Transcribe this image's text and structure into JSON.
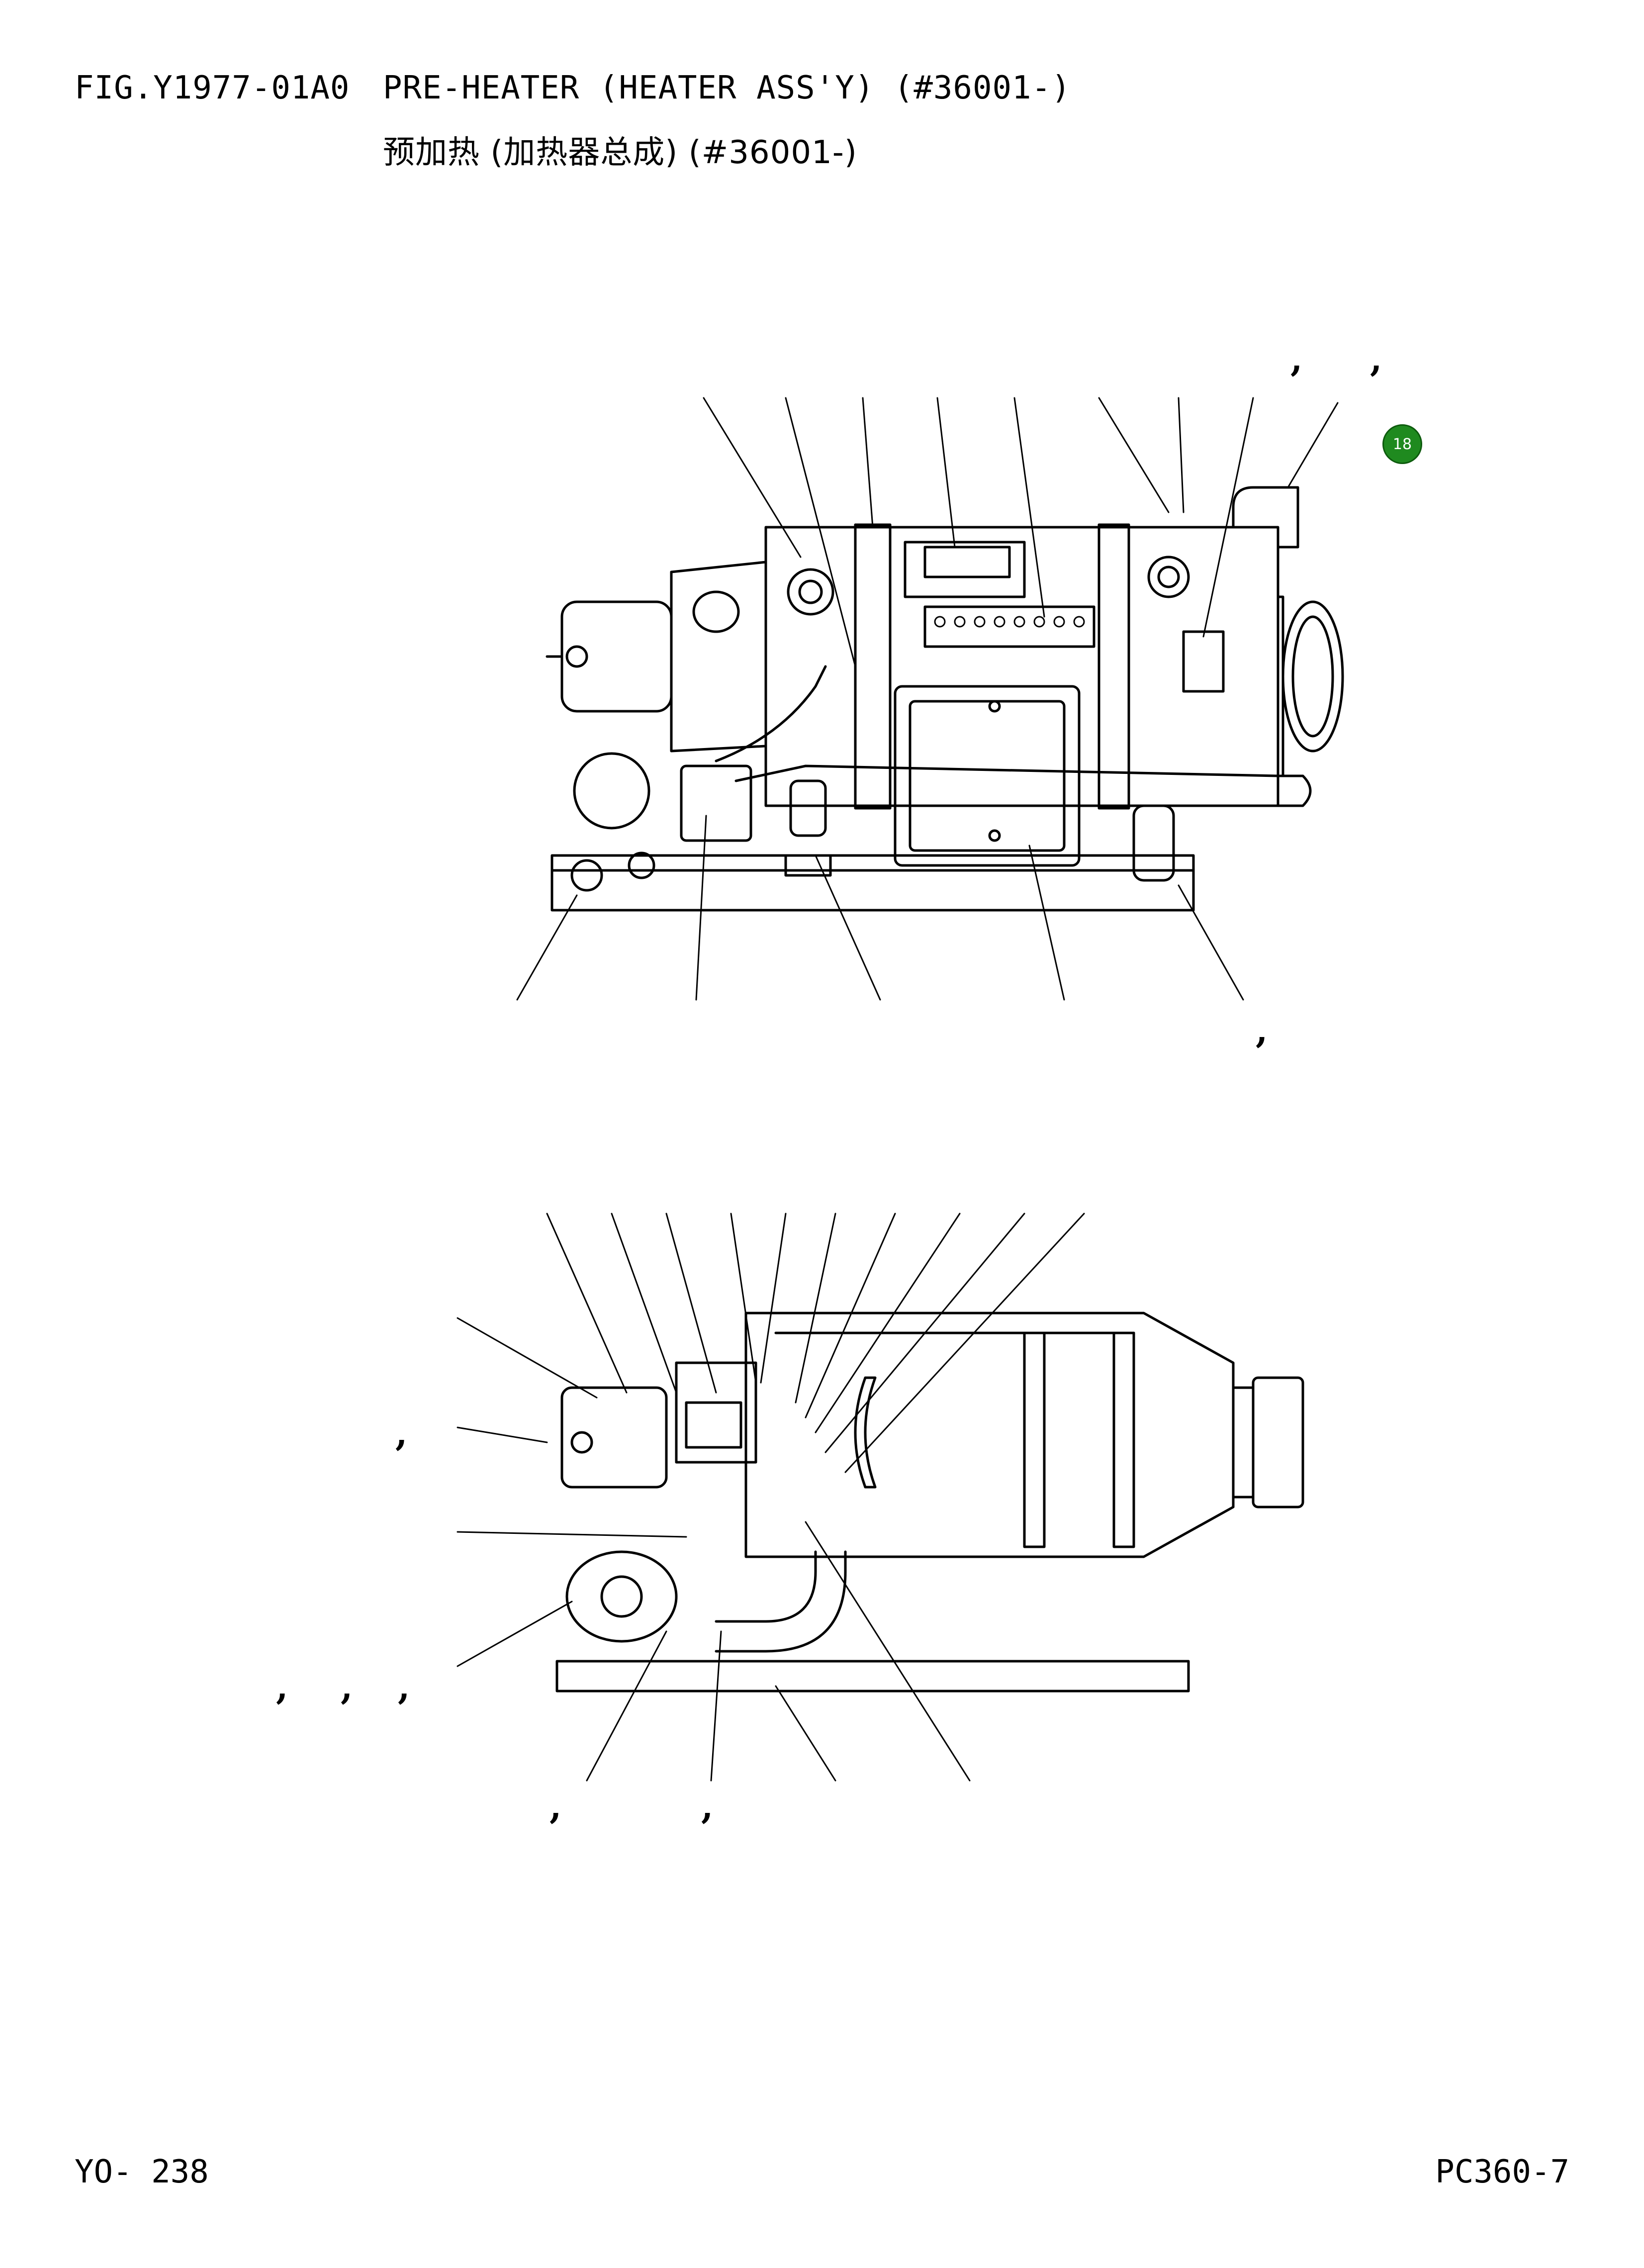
{
  "header": {
    "fig_code": "FIG.Y1977-01A0",
    "title_en": "PRE-HEATER (HEATER ASS'Y) (#36001-)",
    "title_cn": "预加热 (加热器总成) (#36001-)"
  },
  "badge": {
    "label": "18",
    "color": "#1f8a1f"
  },
  "callouts": {
    "separator": ","
  },
  "footer": {
    "page_number": "YO- 238",
    "model": "PC360-7"
  }
}
